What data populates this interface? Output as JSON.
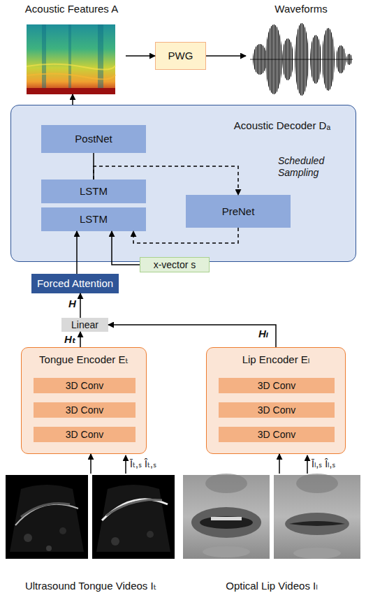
{
  "diagram": {
    "nodes": [
      {
        "text": [
          "Acoustic Features A"
        ]
      },
      {
        "text": [
          "PWG"
        ]
      },
      {
        "text": [
          "Waveforms"
        ]
      },
      {
        "text": [
          "Acoustic Decoder Dₐ"
        ]
      },
      {
        "text": [
          "PostNet"
        ],
        "in": 3
      },
      {
        "text": [
          "LSTM"
        ],
        "in": 3
      },
      {
        "text": [
          "LSTM"
        ],
        "in": 3
      },
      {
        "text": [
          "PreNet"
        ],
        "in": 3
      },
      {
        "text": [
          "x-vector s"
        ]
      },
      {
        "text": [
          "Forced Attention"
        ]
      },
      {
        "text": [
          "Linear"
        ]
      },
      {
        "text": [
          "Tongue Encoder Eₜ"
        ]
      },
      {
        "text": [
          "3D Conv"
        ],
        "in": 11
      },
      {
        "text": [
          "3D Conv"
        ],
        "in": 11
      },
      {
        "text": [
          "3D Conv"
        ],
        "in": 11
      },
      {
        "text": [
          "Lip Encoder Eₗ"
        ]
      },
      {
        "text": [
          "3D Conv"
        ],
        "in": 15
      },
      {
        "text": [
          "3D Conv"
        ],
        "in": 15
      },
      {
        "text": [
          "3D Conv"
        ],
        "in": 15
      },
      {
        "text": [
          "Ultrasound Tongue Videos Iₜ"
        ]
      },
      {
        "text": [
          "Optical Lip Videos Iₗ"
        ]
      }
    ],
    "edges": [
      {
        "from": 0,
        "to": 1,
        "arrow": "to"
      },
      {
        "from": 1,
        "to": 2,
        "arrow": "to"
      },
      {
        "from": 3,
        "to": 0,
        "arrow": "to"
      },
      {
        "from": 5,
        "to": 4,
        "arrow": "none"
      },
      {
        "from": 5,
        "to": 7,
        "arrow": "to"
      },
      {
        "from": 7,
        "to": 6,
        "arrow": "to"
      },
      {
        "from": 8,
        "to": 6,
        "arrow": "to"
      },
      {
        "from": 9,
        "to": 6,
        "arrow": "to"
      },
      {
        "from": 10,
        "to": 9,
        "label": "H",
        "arrow": "to"
      },
      {
        "from": 11,
        "to": 10,
        "label": "Hₜ",
        "arrow": "to"
      },
      {
        "from": 15,
        "to": 10,
        "label": "Hₗ",
        "arrow": "to"
      },
      {
        "from": 19,
        "to": 11,
        "arrow": "to"
      },
      {
        "from": 20,
        "to": 15,
        "arrow": "to"
      }
    ],
    "labels": [
      "Scheduled Sampling",
      "Īₜ,ₛ Îₜ,ₛ",
      "Īₗ,ₛ Îₗ,ₛ"
    ]
  }
}
